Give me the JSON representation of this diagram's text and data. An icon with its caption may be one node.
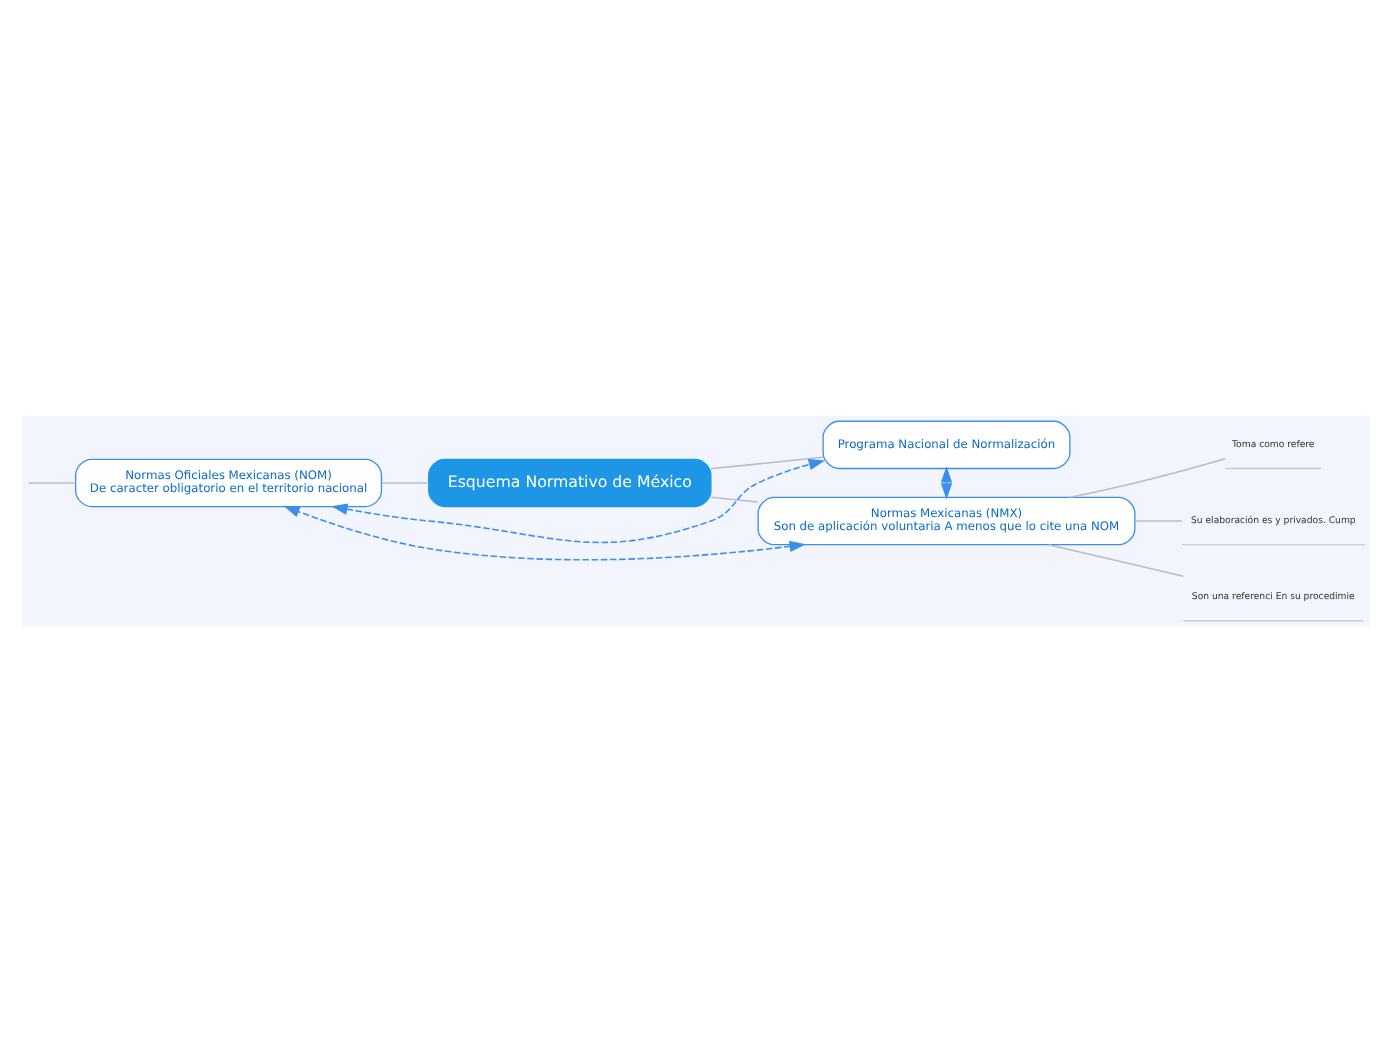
{
  "diagram": {
    "nodes": [
      {
        "text": [
          "Esquema Normativo de México"
        ]
      },
      {
        "text": [
          "Programa Nacional de Normalización"
        ]
      },
      {
        "text": [
          "Normas Oficiales Mexicanas (NOM)",
          "De caracter obligatorio en el territorio nacional"
        ]
      },
      {
        "text": [
          "Normas Mexicanas (NMX)",
          "Son de aplicación voluntaria A menos que lo cite una NOM"
        ]
      },
      {
        "text": [
          "Toma como refere"
        ]
      },
      {
        "text": [
          "Su elaboración es y privados. Cump"
        ]
      },
      {
        "text": [
          "Son una referenci En su procedimie"
        ]
      }
    ],
    "edges": [
      {
        "from": 2,
        "to": 0,
        "arrow": "none"
      },
      {
        "from": 0,
        "to": 1,
        "arrow": "none"
      },
      {
        "from": 0,
        "to": 3,
        "arrow": "none"
      },
      {
        "from": 3,
        "to": 4,
        "arrow": "none"
      },
      {
        "from": 3,
        "to": 5,
        "arrow": "none"
      },
      {
        "from": 3,
        "to": 6,
        "arrow": "none"
      },
      {
        "from": null,
        "to": 2,
        "arrow": "none"
      },
      {
        "from": 2,
        "to": 1,
        "arrow": "both",
        "style": "dashed",
        "color": "#3b8fe8"
      },
      {
        "from": 1,
        "to": 3,
        "arrow": "both",
        "style": "dashed",
        "color": "#3b8fe8"
      },
      {
        "from": 3,
        "to": 2,
        "arrow": "both",
        "style": "dashed",
        "color": "#3b8fe8"
      }
    ]
  }
}
